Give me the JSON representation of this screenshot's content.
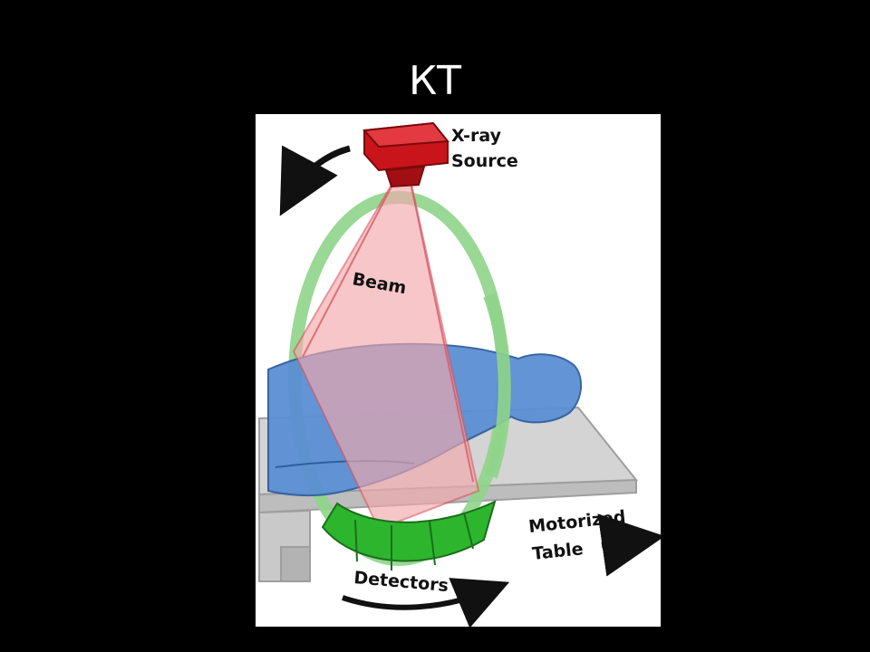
{
  "slide": {
    "title": "КТ"
  },
  "diagram": {
    "labels": {
      "source_line1": "X-ray",
      "source_line2": "Source",
      "beam": "Beam",
      "detectors": "Detectors",
      "table_line1": "Motorized",
      "table_line2": "Table"
    },
    "colors": {
      "background": "#000000",
      "figure_background": "#ffffff",
      "xray_source": "#c8141a",
      "gantry_ring": "#8fd48a",
      "beam": "#f4a9ad",
      "patient": "#5b8fd3",
      "detectors": "#2db52d",
      "table": "#cfcfcf",
      "arrows": "#111111"
    },
    "icons": [
      "rotation-arrow-icon",
      "table-direction-arrow-icon",
      "detector-rotation-arrow-icon"
    ]
  }
}
